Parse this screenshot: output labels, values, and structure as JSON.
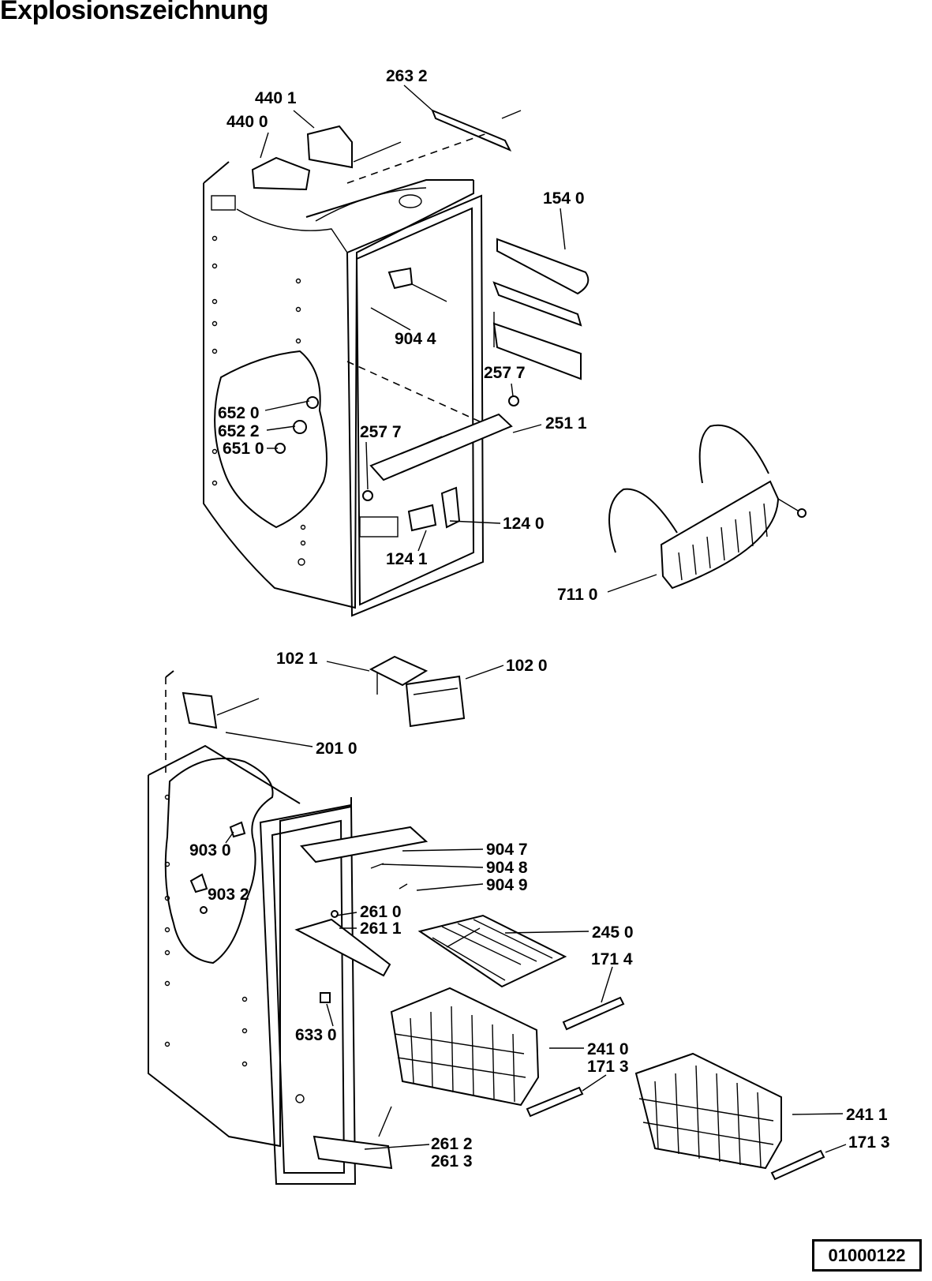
{
  "title": "Explosionszeichnung",
  "document_number": "01000122",
  "callouts": [
    {
      "id": "c-2632",
      "text": "263 2"
    },
    {
      "id": "c-4401",
      "text": "440 1"
    },
    {
      "id": "c-4400",
      "text": "440 0"
    },
    {
      "id": "c-1540",
      "text": "154 0"
    },
    {
      "id": "c-9044",
      "text": "904 4"
    },
    {
      "id": "c-2577a",
      "text": "257 7"
    },
    {
      "id": "c-2511",
      "text": "251 1"
    },
    {
      "id": "c-6520",
      "text": "652 0"
    },
    {
      "id": "c-6522",
      "text": "652 2"
    },
    {
      "id": "c-6510",
      "text": "651 0"
    },
    {
      "id": "c-2577b",
      "text": "257 7"
    },
    {
      "id": "c-1240",
      "text": "124 0"
    },
    {
      "id": "c-1241",
      "text": "124 1"
    },
    {
      "id": "c-7110",
      "text": "711 0"
    },
    {
      "id": "c-1021",
      "text": "102 1"
    },
    {
      "id": "c-1020",
      "text": "102 0"
    },
    {
      "id": "c-2010",
      "text": "201 0"
    },
    {
      "id": "c-9030",
      "text": "903 0"
    },
    {
      "id": "c-9047",
      "text": "904 7"
    },
    {
      "id": "c-9048",
      "text": "904 8"
    },
    {
      "id": "c-9049",
      "text": "904 9"
    },
    {
      "id": "c-9032",
      "text": "903 2"
    },
    {
      "id": "c-2610",
      "text": "261 0"
    },
    {
      "id": "c-2611",
      "text": "261 1"
    },
    {
      "id": "c-2450",
      "text": "245 0"
    },
    {
      "id": "c-1714",
      "text": "171 4"
    },
    {
      "id": "c-6330",
      "text": "633 0"
    },
    {
      "id": "c-2410",
      "text": "241 0"
    },
    {
      "id": "c-1713a",
      "text": "171 3"
    },
    {
      "id": "c-2411",
      "text": "241 1"
    },
    {
      "id": "c-1713b",
      "text": "171 3"
    },
    {
      "id": "c-2612",
      "text": "261 2"
    },
    {
      "id": "c-2613",
      "text": "261 3"
    }
  ]
}
